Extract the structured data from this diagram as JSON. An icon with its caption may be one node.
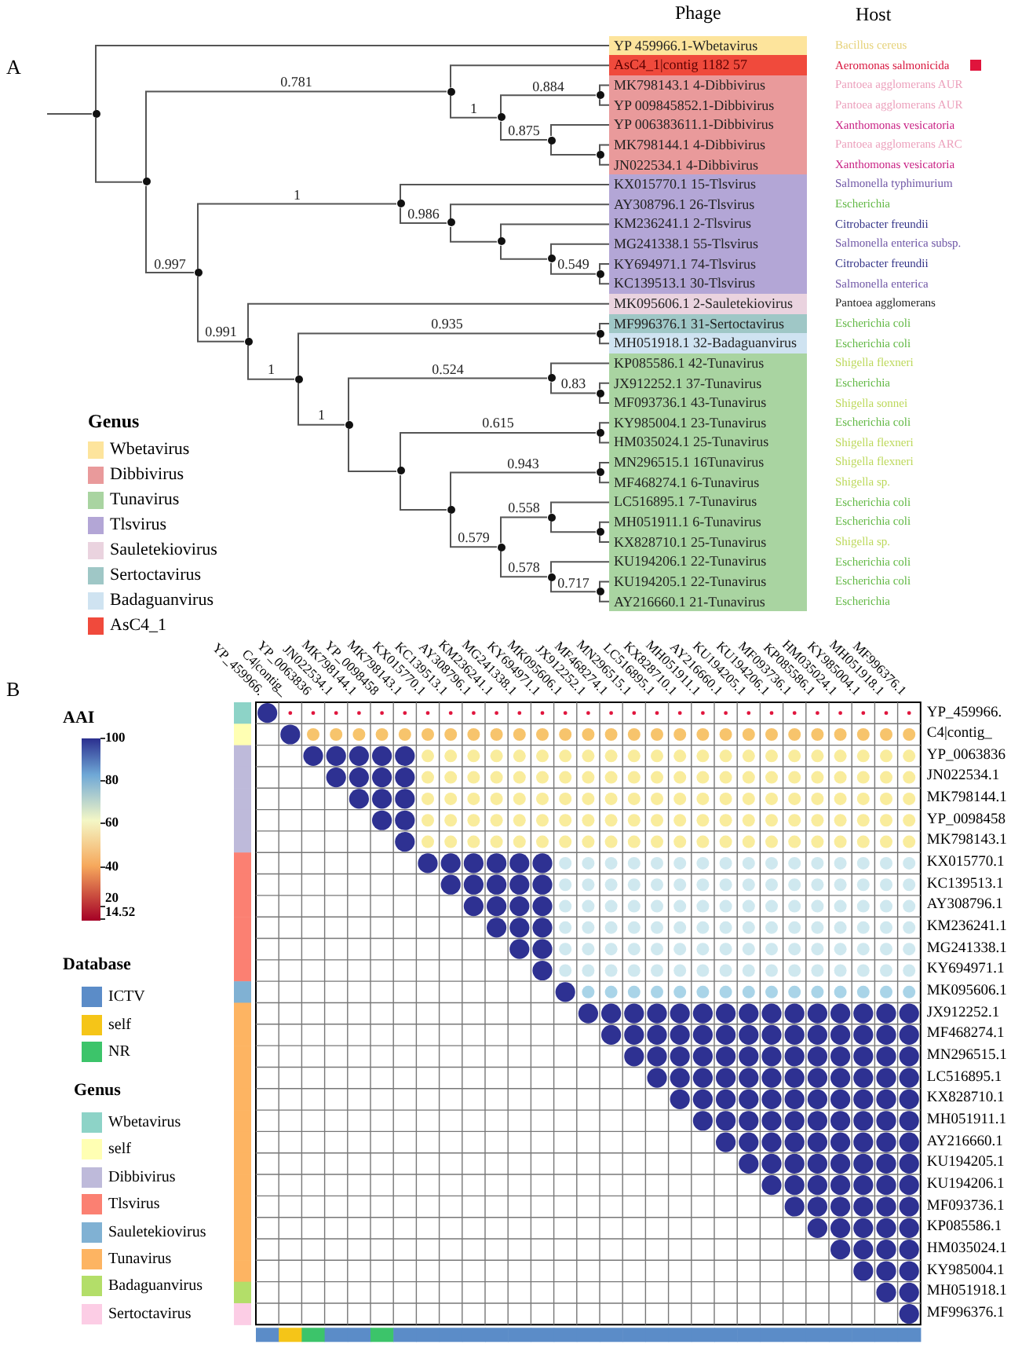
{
  "diagram": {
    "nodes": [
      {
        "text": [
          "YP 459966.1-Wbetavirus"
        ],
        "beside": [
          "Bacillus cereus"
        ]
      },
      {
        "text": [
          "AsC4_1|contig 1182 57"
        ],
        "beside": [
          "Aeromonas salmonicida"
        ]
      },
      {
        "text": [
          "MK798143.1 4-Dibbivirus"
        ],
        "beside": [
          "Pantoea agglomerans AUR"
        ]
      },
      {
        "text": [
          "YP 009845852.1-Dibbivirus"
        ],
        "beside": [
          "Pantoea agglomerans AUR"
        ]
      },
      {
        "text": [
          "YP 006383611.1-Dibbivirus"
        ],
        "beside": [
          "Xanthomonas vesicatoria"
        ]
      },
      {
        "text": [
          "MK798144.1 4-Dibbivirus"
        ],
        "beside": [
          "Pantoea agglomerans ARC"
        ]
      },
      {
        "text": [
          "JN022534.1 4-Dibbivirus"
        ],
        "beside": [
          "Xanthomonas vesicatoria"
        ]
      },
      {
        "text": [
          "KX015770.1 15-Tlsvirus"
        ],
        "beside": [
          "Salmonella typhimurium"
        ]
      },
      {
        "text": [
          "AY308796.1 26-Tlsvirus"
        ],
        "beside": [
          "Escherichia"
        ]
      },
      {
        "text": [
          "KM236241.1 2-Tlsvirus"
        ],
        "beside": [
          "Citrobacter freundii"
        ]
      },
      {
        "text": [
          "MG241338.1 55-Tlsvirus"
        ],
        "beside": [
          "Salmonella enterica subsp."
        ]
      },
      {
        "text": [
          "KY694971.1 74-Tlsvirus"
        ],
        "beside": [
          "Citrobacter freundii"
        ]
      },
      {
        "text": [
          "KC139513.1 30-Tlsvirus"
        ],
        "beside": [
          "Salmonella enterica"
        ]
      },
      {
        "text": [
          "MK095606.1 2-Sauletekiovirus"
        ],
        "beside": [
          "Pantoea agglomerans"
        ]
      },
      {
        "text": [
          "MF996376.1 31-Sertoctavirus"
        ],
        "beside": [
          "Escherichia coli"
        ]
      },
      {
        "text": [
          "MH051918.1 32-Badaguanvirus"
        ],
        "beside": [
          "Escherichia coli"
        ]
      },
      {
        "text": [
          "KP085586.1 42-Tunavirus"
        ],
        "beside": [
          "Shigella flexneri"
        ]
      },
      {
        "text": [
          "JX912252.1 37-Tunavirus"
        ],
        "beside": [
          "Escherichia"
        ]
      },
      {
        "text": [
          "MF093736.1 43-Tunavirus"
        ],
        "beside": [
          "Shigella sonnei"
        ]
      },
      {
        "text": [
          "KY985004.1 23-Tunavirus"
        ],
        "beside": [
          "Escherichia coli"
        ]
      },
      {
        "text": [
          "HM035024.1 25-Tunavirus"
        ],
        "beside": [
          "Shigella flexneri"
        ]
      },
      {
        "text": [
          "MN296515.1 16Tunavirus"
        ],
        "beside": [
          "Shigella flexneri"
        ]
      },
      {
        "text": [
          "MF468274.1 6-Tunavirus"
        ],
        "beside": [
          "Shigella sp."
        ]
      },
      {
        "text": [
          "LC516895.1 7-Tunavirus"
        ],
        "beside": [
          "Escherichia coli"
        ]
      },
      {
        "text": [
          "MH051911.1 6-Tunavirus"
        ],
        "beside": [
          "Escherichia coli"
        ]
      },
      {
        "text": [
          "KX828710.1 25-Tunavirus"
        ],
        "beside": [
          "Shigella sp."
        ]
      },
      {
        "text": [
          "KU194206.1 22-Tunavirus"
        ],
        "beside": [
          "Escherichia coli"
        ]
      },
      {
        "text": [
          "KU194205.1 22-Tunavirus"
        ],
        "beside": [
          "Escherichia coli"
        ]
      },
      {
        "text": [
          "AY216660.1 21-Tunavirus"
        ],
        "beside": [
          "Escherichia"
        ]
      },
      {
        "text": [],
        "shape": "circle"
      },
      {
        "text": [],
        "shape": "circle"
      },
      {
        "text": [],
        "shape": "circle"
      },
      {
        "text": [],
        "shape": "circle"
      },
      {
        "text": [],
        "shape": "circle"
      },
      {
        "text": [],
        "shape": "circle"
      },
      {
        "text": [],
        "shape": "circle"
      },
      {
        "text": [],
        "shape": "circle"
      },
      {
        "text": [],
        "shape": "circle"
      },
      {
        "text": [],
        "shape": "circle"
      },
      {
        "text": [],
        "shape": "circle"
      },
      {
        "text": [],
        "shape": "circle"
      },
      {
        "text": [],
        "shape": "circle"
      },
      {
        "text": [],
        "shape": "circle"
      },
      {
        "text": [],
        "shape": "circle"
      },
      {
        "text": [],
        "shape": "circle"
      },
      {
        "text": [],
        "shape": "circle"
      },
      {
        "text": [],
        "shape": "circle"
      },
      {
        "text": [],
        "shape": "circle"
      },
      {
        "text": [],
        "shape": "circle"
      },
      {
        "text": [],
        "shape": "circle"
      },
      {
        "text": [],
        "shape": "circle"
      },
      {
        "text": [],
        "shape": "circle"
      },
      {
        "text": [],
        "shape": "circle"
      },
      {
        "text": [],
        "shape": "circle"
      },
      {
        "text": [],
        "shape": "circle"
      },
      {
        "text": [],
        "shape": "circle"
      },
      {
        "text": [],
        "shape": "circle"
      }
    ],
    "edges": [
      {
        "from": null,
        "to": 29,
        "arrow": "none"
      },
      {
        "from": 29,
        "to": 0,
        "arrow": "none"
      },
      {
        "from": 29,
        "to": 30,
        "arrow": "none"
      },
      {
        "from": 30,
        "to": 31,
        "arrow": "none",
        "label": "0.781"
      },
      {
        "from": 30,
        "to": 36,
        "arrow": "none",
        "label": "0.997"
      },
      {
        "from": 31,
        "to": 1,
        "arrow": "none"
      },
      {
        "from": 31,
        "to": 32,
        "arrow": "none",
        "label": "1"
      },
      {
        "from": 32,
        "to": 33,
        "arrow": "none",
        "label": "0.884"
      },
      {
        "from": 32,
        "to": 34,
        "arrow": "none",
        "label": "0.875"
      },
      {
        "from": 33,
        "to": 2,
        "arrow": "none"
      },
      {
        "from": 33,
        "to": 3,
        "arrow": "none"
      },
      {
        "from": 34,
        "to": 4,
        "arrow": "none"
      },
      {
        "from": 34,
        "to": 35,
        "arrow": "none"
      },
      {
        "from": 35,
        "to": 5,
        "arrow": "none"
      },
      {
        "from": 35,
        "to": 6,
        "arrow": "none"
      },
      {
        "from": 36,
        "to": 37,
        "arrow": "none",
        "label": "1"
      },
      {
        "from": 36,
        "to": 42,
        "arrow": "none",
        "label": "0.991"
      },
      {
        "from": 37,
        "to": 7,
        "arrow": "none"
      },
      {
        "from": 37,
        "to": 38,
        "arrow": "none",
        "label": "0.986"
      },
      {
        "from": 38,
        "to": 8,
        "arrow": "none"
      },
      {
        "from": 38,
        "to": 39,
        "arrow": "none"
      },
      {
        "from": 39,
        "to": 9,
        "arrow": "none"
      },
      {
        "from": 39,
        "to": 40,
        "arrow": "none"
      },
      {
        "from": 40,
        "to": 10,
        "arrow": "none"
      },
      {
        "from": 40,
        "to": 41,
        "arrow": "none",
        "label": "0.549"
      },
      {
        "from": 41,
        "to": 11,
        "arrow": "none"
      },
      {
        "from": 41,
        "to": 12,
        "arrow": "none"
      },
      {
        "from": 42,
        "to": 13,
        "arrow": "none"
      },
      {
        "from": 42,
        "to": 43,
        "arrow": "none",
        "label": "1"
      },
      {
        "from": 43,
        "to": 44,
        "arrow": "none",
        "label": "0.935"
      },
      {
        "from": 43,
        "to": 45,
        "arrow": "none",
        "label": "1"
      },
      {
        "from": 44,
        "to": 14,
        "arrow": "none"
      },
      {
        "from": 44,
        "to": 15,
        "arrow": "none"
      },
      {
        "from": 45,
        "to": 46,
        "arrow": "none",
        "label": "0.524"
      },
      {
        "from": 45,
        "to": 48,
        "arrow": "none"
      },
      {
        "from": 46,
        "to": 16,
        "arrow": "none"
      },
      {
        "from": 46,
        "to": 47,
        "arrow": "none",
        "label": "0.83"
      },
      {
        "from": 47,
        "to": 17,
        "arrow": "none"
      },
      {
        "from": 47,
        "to": 18,
        "arrow": "none"
      },
      {
        "from": 48,
        "to": 49,
        "arrow": "none",
        "label": "0.615"
      },
      {
        "from": 48,
        "to": 50,
        "arrow": "none"
      },
      {
        "from": 49,
        "to": 19,
        "arrow": "none"
      },
      {
        "from": 49,
        "to": 20,
        "arrow": "none"
      },
      {
        "from": 50,
        "to": 51,
        "arrow": "none",
        "label": "0.943"
      },
      {
        "from": 50,
        "to": 52,
        "arrow": "none",
        "label": "0.579"
      },
      {
        "from": 51,
        "to": 21,
        "arrow": "none"
      },
      {
        "from": 51,
        "to": 22,
        "arrow": "none"
      },
      {
        "from": 52,
        "to": 53,
        "arrow": "none",
        "label": "0.558"
      },
      {
        "from": 52,
        "to": 55,
        "arrow": "none",
        "label": "0.578"
      },
      {
        "from": 53,
        "to": 23,
        "arrow": "none"
      },
      {
        "from": 53,
        "to": 54,
        "arrow": "none"
      },
      {
        "from": 54,
        "to": 24,
        "arrow": "none"
      },
      {
        "from": 54,
        "to": 25,
        "arrow": "none"
      },
      {
        "from": 55,
        "to": 26,
        "arrow": "none"
      },
      {
        "from": 55,
        "to": 56,
        "arrow": "none",
        "label": "0.717"
      },
      {
        "from": 56,
        "to": 27,
        "arrow": "none"
      },
      {
        "from": 56,
        "to": 28,
        "arrow": "none"
      }
    ],
    "labels": [
      "A",
      "Phage",
      "Host",
      "Genus",
      "B",
      "YP_459966.",
      "C4|contig_",
      "YP_0063836",
      "JN022534.1",
      "MK798144.1",
      "YP_0098458",
      "MK798143.1",
      "KX015770.1",
      "KC139513.1",
      "AY308796.1",
      "KM236241.1",
      "MG241338.1",
      "KY694971.1",
      "MK095606.1",
      "JX912252.1",
      "MF468274.1",
      "MN296515.1",
      "LC516895.1",
      "KX828710.1",
      "MH051911.1",
      "AY216660.1",
      "KU194205.1",
      "KU194206.1",
      "MF093736.1",
      "KP085586.1",
      "HM035024.1",
      "KY985004.1",
      "MH051918.1",
      "MF996376.1",
      "AAI",
      "100",
      "80",
      "60",
      "40",
      "20",
      "14.52",
      "Database",
      "Genus",
      "YP_459966.",
      "C4|contig_",
      "YP_0063836",
      "JN022534.1",
      "MK798144.1",
      "YP_0098458",
      "MK798143.1",
      "KX015770.1",
      "KC139513.1",
      "AY308796.1",
      "KM236241.1",
      "MG241338.1",
      "KY694971.1",
      "MK095606.1",
      "JX912252.1",
      "MF468274.1",
      "MN296515.1",
      "LC516895.1",
      "KX828710.1",
      "MH051911.1",
      "AY216660.1",
      "KU194205.1",
      "KU194206.1",
      "MF093736.1",
      "KP085586.1",
      "HM035024.1",
      "KY985004.1",
      "MH051918.1",
      "MF996376.1"
    ],
    "legend": [
      {
        "text": "Wbetavirus",
        "color": "#fde49c"
      },
      {
        "text": "Dibbivirus",
        "color": "#e99a9b"
      },
      {
        "text": "Tunavirus",
        "color": "#a9d4a1"
      },
      {
        "text": "Tlsvirus",
        "color": "#b3a6d6"
      },
      {
        "text": "Sauletekiovirus",
        "color": "#ead3df"
      },
      {
        "text": "Sertoctavirus",
        "color": "#9fc7c6"
      },
      {
        "text": "Badaguanvirus",
        "color": "#cfe3f1"
      },
      {
        "text": "AsC4_1",
        "color": "#f04a3c"
      },
      {
        "text": "ICTV",
        "color": "#5b8cc8"
      },
      {
        "text": "self",
        "color": "#f5c518"
      },
      {
        "text": "NR",
        "color": "#3cc46a"
      },
      {
        "text": "Wbetavirus",
        "color": "#8dd3c7"
      },
      {
        "text": "self",
        "color": "#ffffb3"
      },
      {
        "text": "Dibbivirus",
        "color": "#bebada"
      },
      {
        "text": "Tlsvirus",
        "color": "#fb8072"
      },
      {
        "text": "Sauletekiovirus",
        "color": "#80b1d3"
      },
      {
        "text": "Tunavirus",
        "color": "#fdb462"
      },
      {
        "text": "Badaguanvirus",
        "color": "#b3de69"
      },
      {
        "text": "Sertoctavirus",
        "color": "#fccde5"
      }
    ]
  }
}
